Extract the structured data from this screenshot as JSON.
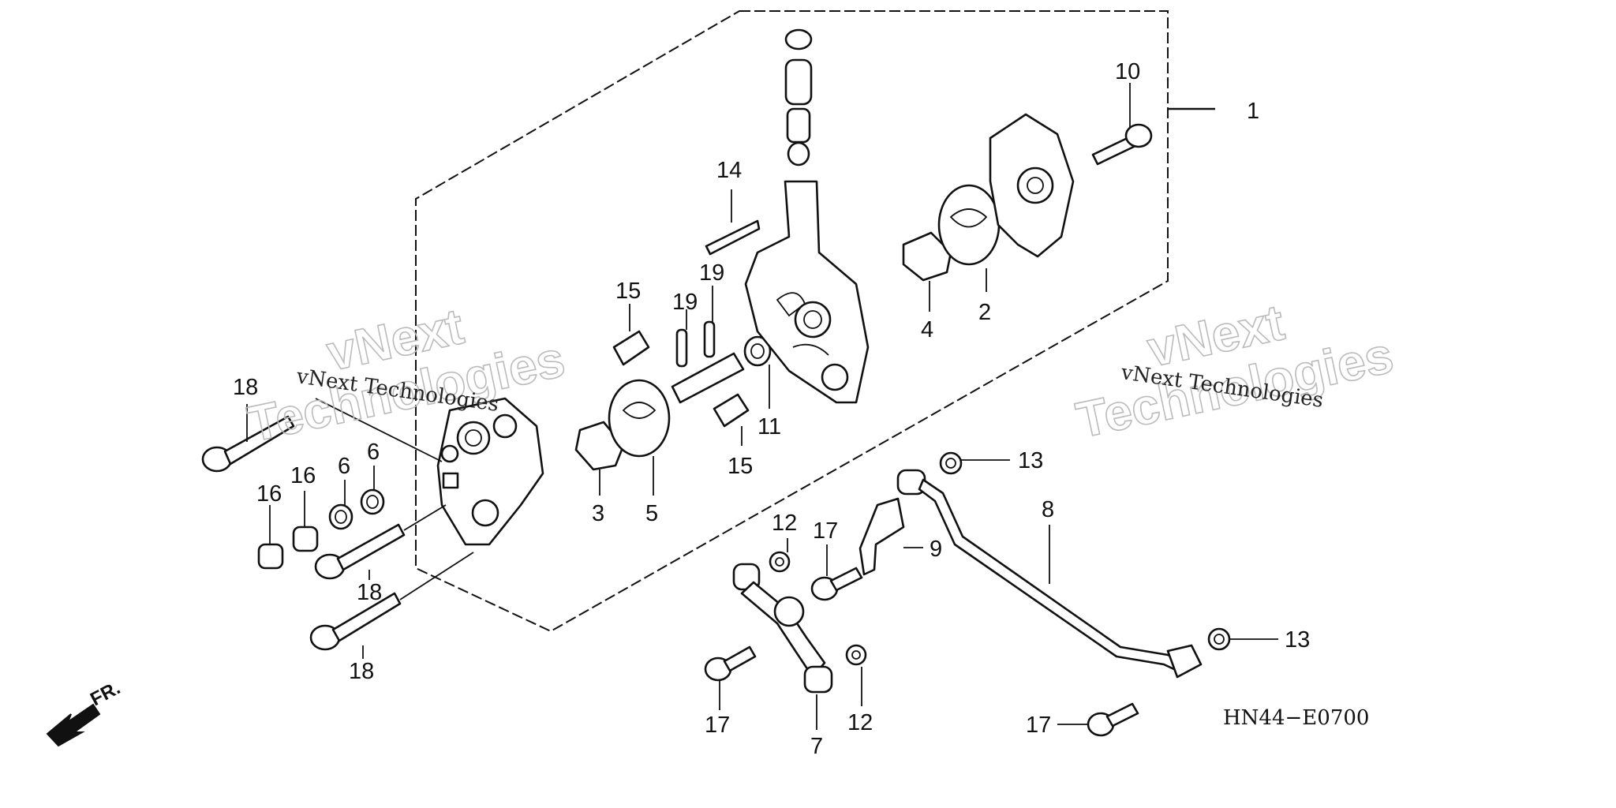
{
  "diagram": {
    "code": "HN44−E0700",
    "front_label": "FR.",
    "watermark_text": "vNext Technologies",
    "watermark_logo_line1": "vNext",
    "watermark_logo_line2": "Technologies"
  },
  "callouts": {
    "c1": "1",
    "c2": "2",
    "c3": "3",
    "c4": "4",
    "c5": "5",
    "c6a": "6",
    "c6b": "6",
    "c7": "7",
    "c8": "8",
    "c9": "9",
    "c10": "10",
    "c11": "11",
    "c12a": "12",
    "c12b": "12",
    "c13a": "13",
    "c13b": "13",
    "c14": "14",
    "c15a": "15",
    "c15b": "15",
    "c16a": "16",
    "c16b": "16",
    "c17a": "17",
    "c17b": "17",
    "c17c": "17",
    "c18a": "18",
    "c18b": "18",
    "c18c": "18",
    "c19a": "19",
    "c19b": "19"
  }
}
